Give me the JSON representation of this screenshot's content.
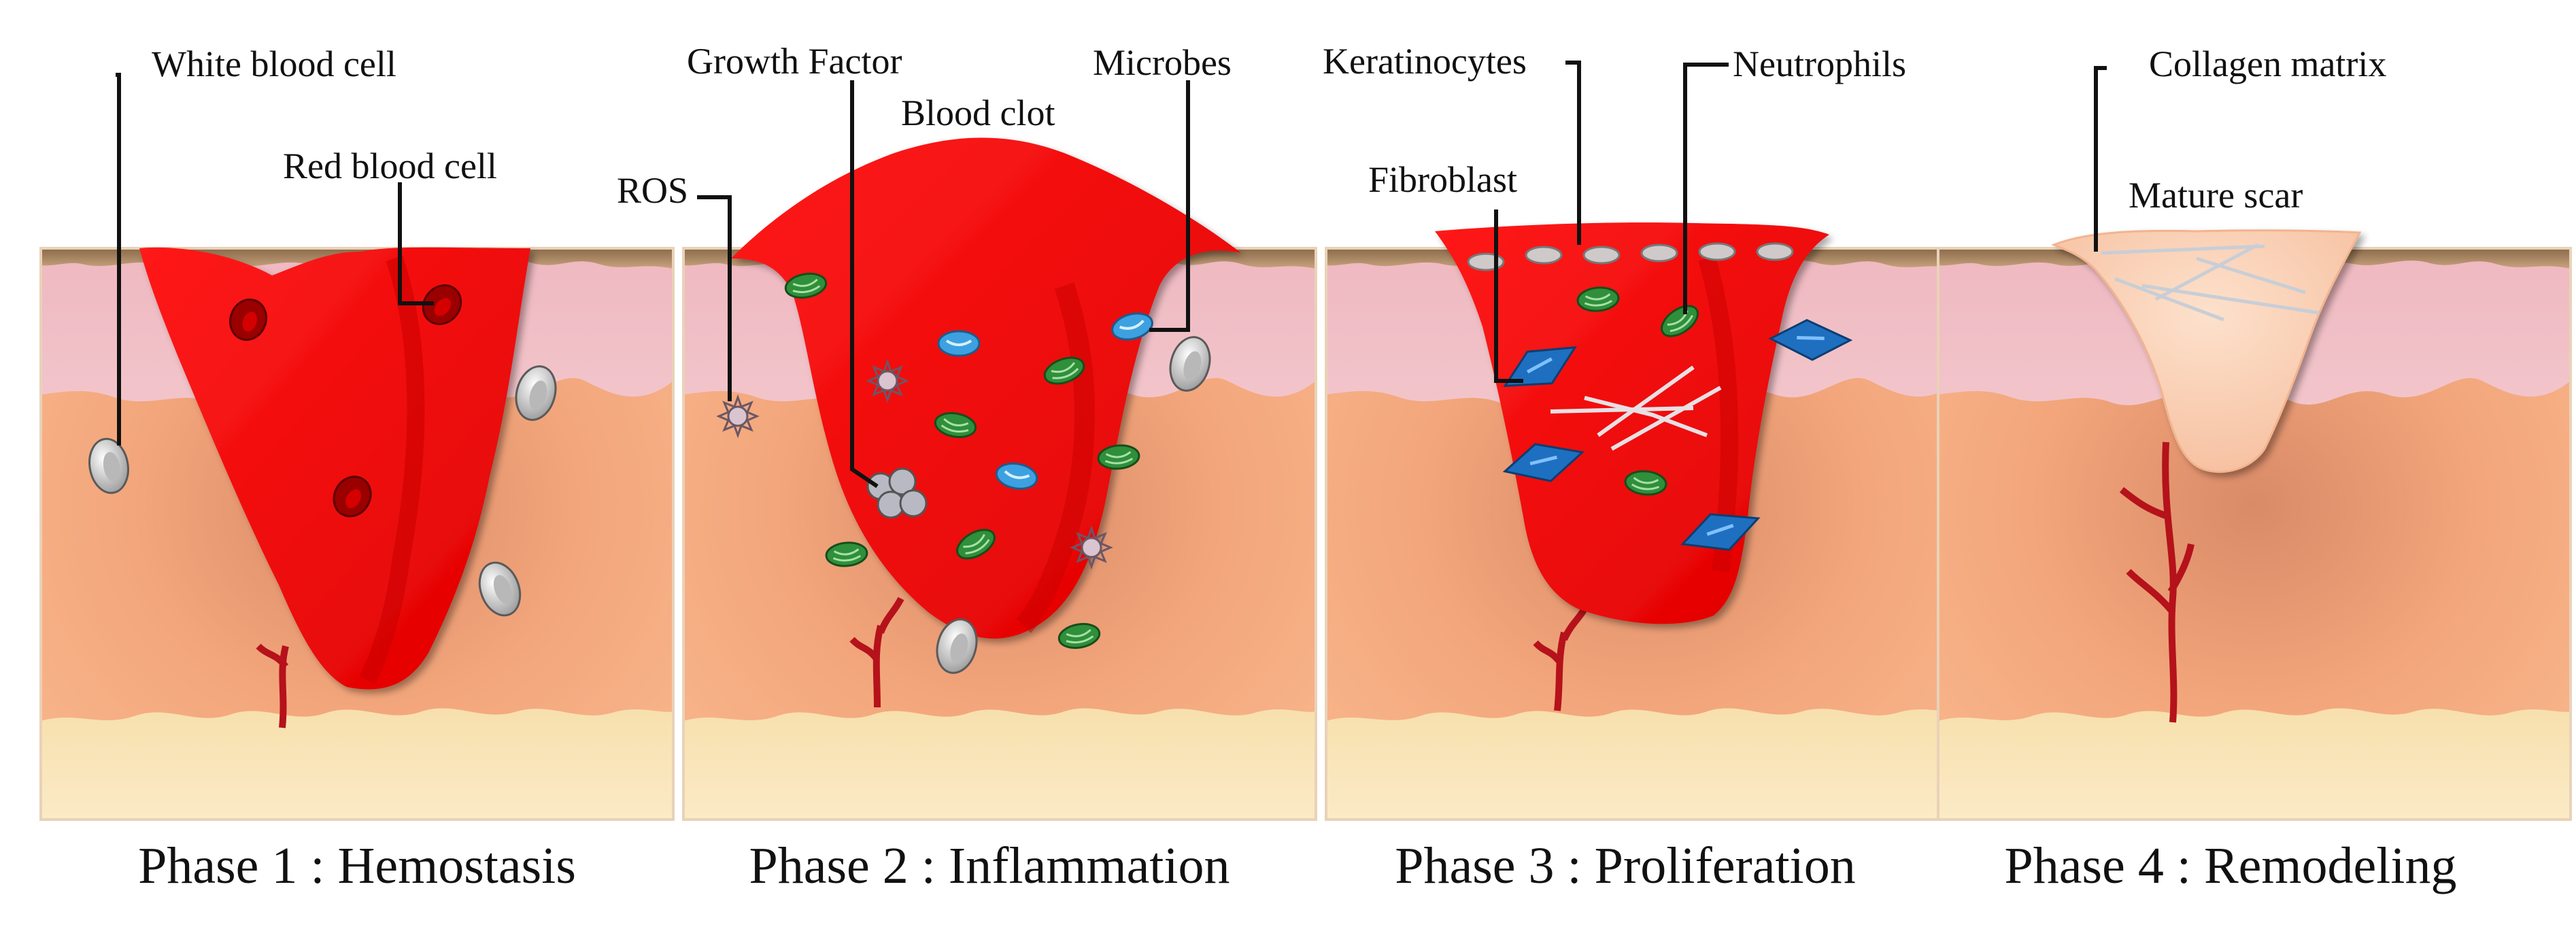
{
  "phases": [
    {
      "caption": "Phase 1 : Hemostasis"
    },
    {
      "caption": "Phase 2 : Inflammation"
    },
    {
      "caption": "Phase 3 : Proliferation"
    },
    {
      "caption": "Phase 4 : Remodeling"
    }
  ],
  "labels": {
    "white_blood_cell": "White blood cell",
    "red_blood_cell": "Red blood cell",
    "growth_factor": "Growth Factor",
    "blood_clot": "Blood clot",
    "microbes": "Microbes",
    "ros": "ROS",
    "keratinocytes": "Keratinocytes",
    "neutrophils": "Neutrophils",
    "fibroblast": "Fibroblast",
    "collagen_matrix": "Collagen matrix",
    "mature_scar": "Mature scar"
  },
  "colors": {
    "wound_red": "#ff0a0a",
    "dermis": "#f6a97a",
    "epidermis": "#f1bfc6",
    "hypodermis": "#f8e4b6",
    "scar": "#fcd2b8",
    "vessel": "#b5121b",
    "neutrophil": "#2f8f3a",
    "fibroblast": "#1e6fc0",
    "microbe": "#3da0e0"
  }
}
